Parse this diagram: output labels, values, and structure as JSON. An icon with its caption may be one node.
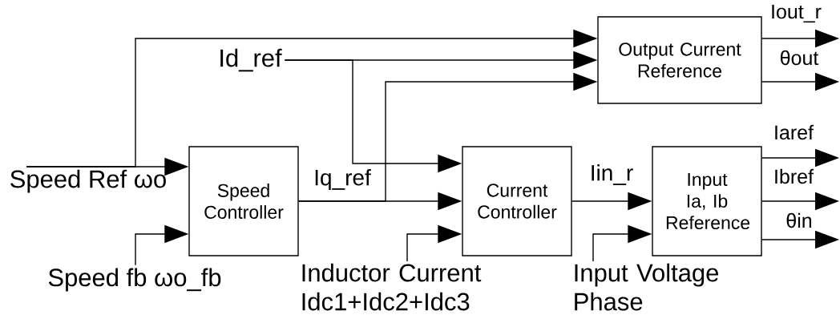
{
  "diagram": {
    "nodes": [
      {
        "text": [
          "Speed Ref ωo"
        ]
      },
      {
        "text": [
          "Speed fb ωo_fb"
        ]
      },
      {
        "text": [
          "Id_ref"
        ]
      },
      {
        "text": [
          "Speed Controller"
        ]
      },
      {
        "text": [
          "Current Controller"
        ]
      },
      {
        "text": [
          "Output Current Reference"
        ]
      },
      {
        "text": [
          "Input Ia, Ib Reference"
        ]
      },
      {
        "text": [
          "Inductor Current Idc1+Idc2+Idc3"
        ]
      },
      {
        "text": [
          "Input Voltage Phase"
        ]
      }
    ],
    "edges": [
      {
        "from": 0,
        "to": 3,
        "arrow": "to"
      },
      {
        "from": 0,
        "to": 5,
        "arrow": "to"
      },
      {
        "from": 1,
        "to": 3,
        "arrow": "to"
      },
      {
        "from": 2,
        "to": 5,
        "arrow": "to"
      },
      {
        "from": 2,
        "to": 4,
        "arrow": "to"
      },
      {
        "from": 3,
        "to": 4,
        "arrow": "to",
        "label": "Iq_ref"
      },
      {
        "from": 3,
        "to": 5,
        "arrow": "to"
      },
      {
        "from": 7,
        "to": 4,
        "arrow": "to"
      },
      {
        "from": 4,
        "to": 6,
        "arrow": "to",
        "label": "Iin_r"
      },
      {
        "from": 8,
        "to": 6,
        "arrow": "to"
      },
      {
        "from": 5,
        "to": null,
        "arrow": "to",
        "label": "Iout_r"
      },
      {
        "from": 5,
        "to": null,
        "arrow": "to",
        "label": "θout"
      },
      {
        "from": 6,
        "to": null,
        "arrow": "to",
        "label": "Iaref"
      },
      {
        "from": 6,
        "to": null,
        "arrow": "to",
        "label": "Ibref"
      },
      {
        "from": 6,
        "to": null,
        "arrow": "to",
        "label": "θin"
      }
    ]
  }
}
